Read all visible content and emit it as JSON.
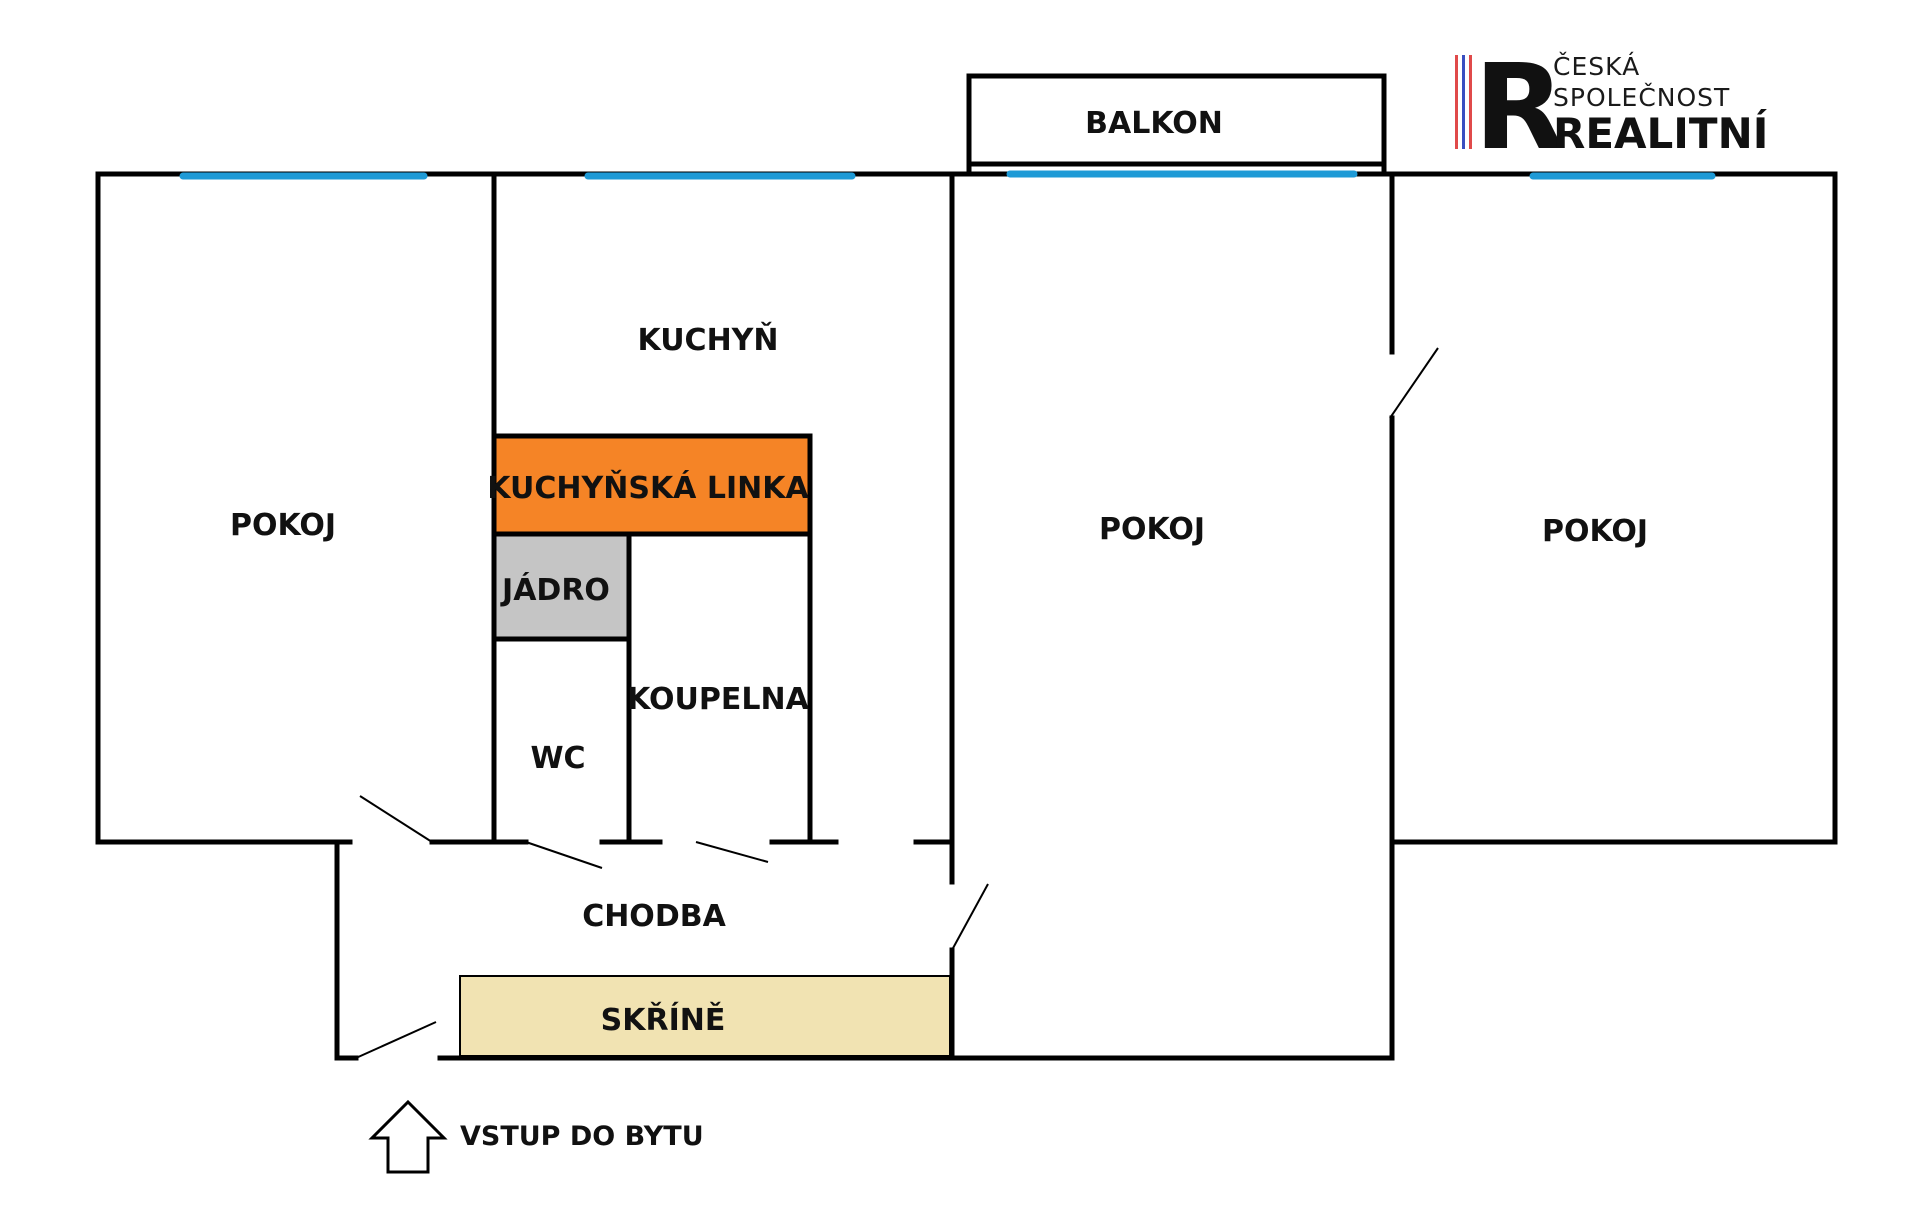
{
  "logo": {
    "line1": "ČESKÁ",
    "line2": "SPOLEČNOST",
    "line3": "REALITNÍ",
    "letter": "R"
  },
  "rooms": {
    "balkon": "BALKON",
    "kuchyn": "KUCHYŇ",
    "kuchynska_linka": "KUCHYŇSKÁ LINKA",
    "jadro": "JÁDRO",
    "wc": "WC",
    "koupelna": "KOUPELNA",
    "pokoj_left": "POKOJ",
    "pokoj_middle": "POKOJ",
    "pokoj_right": "POKOJ",
    "chodba": "CHODBA",
    "skrine": "SKŘÍNĚ"
  },
  "entrance": {
    "label": "VSTUP DO BYTU",
    "icon": "arrow-up-icon"
  },
  "colors": {
    "wall": "#000000",
    "window": "#1e9ad6",
    "kitchen_counter": "#f58426",
    "core": "#c5c5c5",
    "wardrobe": "#f1e3b2",
    "logo_red": "#e04a4a",
    "logo_blue": "#3a4fc0"
  }
}
